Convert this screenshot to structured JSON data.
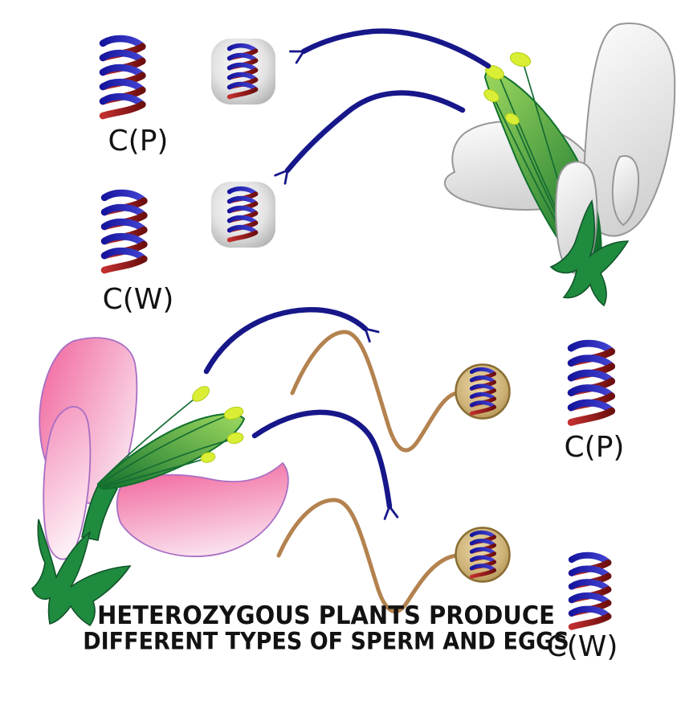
{
  "caption": {
    "line1": "HETEROZYGOUS PLANTS PRODUCE",
    "line2": "DIFFERENT TYPES OF SPERM AND EGGS"
  },
  "allele_labels": {
    "egg_top": "C(P)",
    "egg_bottom": "C(W)",
    "sperm_top": "C(P)",
    "sperm_bottom": "C(W)"
  },
  "colors": {
    "background": "#ffffff",
    "arrow_navy": "#17178a",
    "helix_blue_dark": "#15159e",
    "helix_blue_light": "#4444d4",
    "helix_red_dark": "#6e0e0e",
    "helix_red_light": "#c22f2f",
    "petal_outline_gray": "#979797",
    "petal_outline_purple": "#a96fc4",
    "petal_white_light": "#fdfdfd",
    "petal_white_dark": "#d2d2d2",
    "pink_dark": "#f1619a",
    "pink_light": "#fae3ef",
    "pink_mid": "#f48fba",
    "pink_pale": "#fdeef6",
    "leaf_light": "#9ed95f",
    "leaf_dark": "#10702d",
    "stem_green": "#1f8b3e",
    "stem_outline": "#11552a",
    "anther_yellow": "#d9ee35",
    "anther_outline": "#b3cc17",
    "stamen_green": "#156d33",
    "egg_light": "#fbfbfb",
    "egg_mid": "#e3e3e3",
    "egg_dark": "#a9a9a9",
    "sperm_tail": "#b3824f",
    "head_light": "#ecd9a8",
    "head_mid": "#cdb277",
    "head_dark": "#a2833f",
    "head_outline": "#8a6d33",
    "text_black": "#121212"
  }
}
